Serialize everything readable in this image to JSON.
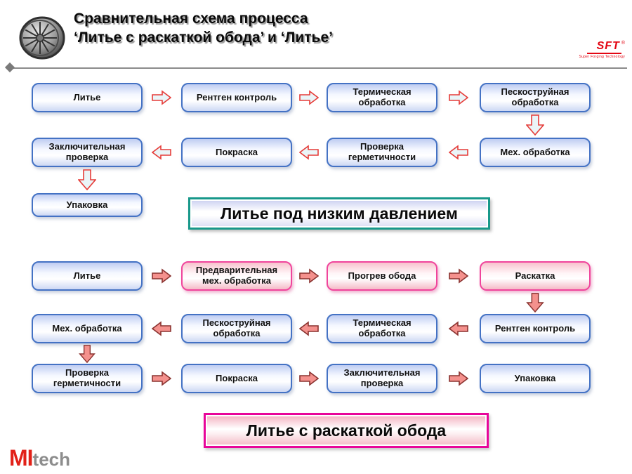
{
  "header": {
    "title_line1": "Сравнительная схема процесса",
    "title_line2": "‘Литье с раскаткой обода’ и ‘Литье’",
    "sft": {
      "name": "SFT",
      "reg": "®",
      "tagline": "Super Forging Technology"
    }
  },
  "top_process": {
    "label": "Литье под низким давлением",
    "row1": [
      "Литье",
      "Рентген контроль",
      "Термическая обработка",
      "Пескоструйная обработка"
    ],
    "row2": [
      "Заключительная проверка",
      "Покраска",
      "Проверка герметичности",
      "Мех. обработка"
    ],
    "final_step": "Упаковка"
  },
  "bottom_process": {
    "label": "Литье с раскаткой обода",
    "row1": [
      "Литье",
      "Предварительная мех. обработка",
      "Прогрев обода",
      "Раскатка"
    ],
    "row2": [
      "Мех. обработка",
      "Пескоструйная обработка",
      "Термическая обработка",
      "Рентген контроль"
    ],
    "row3": [
      "Проверка герметичности",
      "Покраска",
      "Заключительная проверка",
      "Упаковка"
    ]
  },
  "footer": {
    "logo_primary": "MI",
    "logo_secondary": "tech"
  },
  "colors": {
    "blue_border": "#4472c4",
    "pink_border": "#f0459c",
    "teal_border": "#17988a",
    "magenta_border": "#e8059a",
    "arrow_red_outline": "#e63c38",
    "arrow_pink_fill": "#f4918d",
    "logo_red": "#e30613"
  }
}
